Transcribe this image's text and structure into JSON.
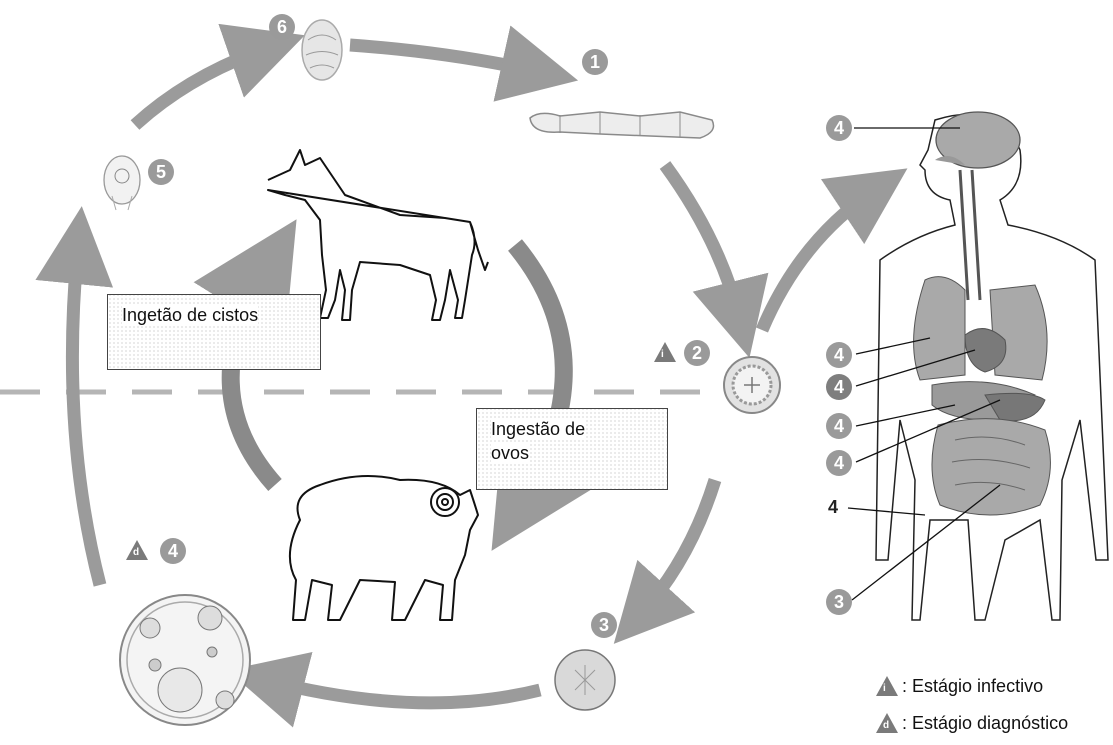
{
  "boxes": {
    "dog_box": "Ingetão de cistos",
    "sheep_box_line1": "Ingestão de",
    "sheep_box_line2": "ovos"
  },
  "stages": {
    "s1": "1",
    "s2": "2",
    "s3": "3",
    "s4": "4",
    "s5": "5",
    "s6": "6"
  },
  "human_labels": [
    "4",
    "4",
    "4",
    "4",
    "4",
    "4",
    "3"
  ],
  "legend": {
    "infective_symbol": "i",
    "infective_label": ": Estágio infectivo",
    "diagnostic_symbol": "d",
    "diagnostic_label": ": Estágio diagnóstico"
  },
  "colors": {
    "arrow": "#9b9b9b",
    "arrow_dark": "#8a8a8a",
    "organ": "#a9a9a9",
    "organ_dark": "#777777",
    "badge": "#9a9a9a"
  }
}
